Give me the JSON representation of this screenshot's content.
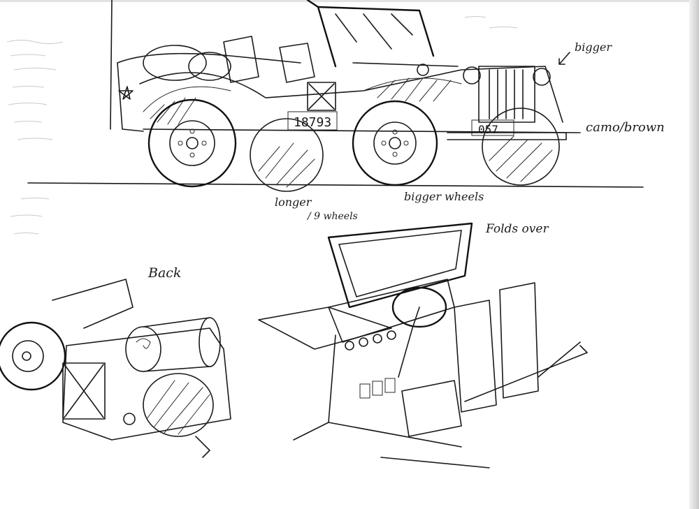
{
  "annotations": {
    "bigger": "bigger",
    "camo_brown": "camo/brown",
    "longer": "longer",
    "wheels": "/ 9 wheels",
    "bigger_wheels": "bigger wheels",
    "back": "Back",
    "folds_over": "Folds over"
  },
  "plates": {
    "side_number": "18793",
    "front_plate": "057"
  },
  "colors": {
    "ink": "#1a1a1a",
    "paper": "#ffffff"
  }
}
